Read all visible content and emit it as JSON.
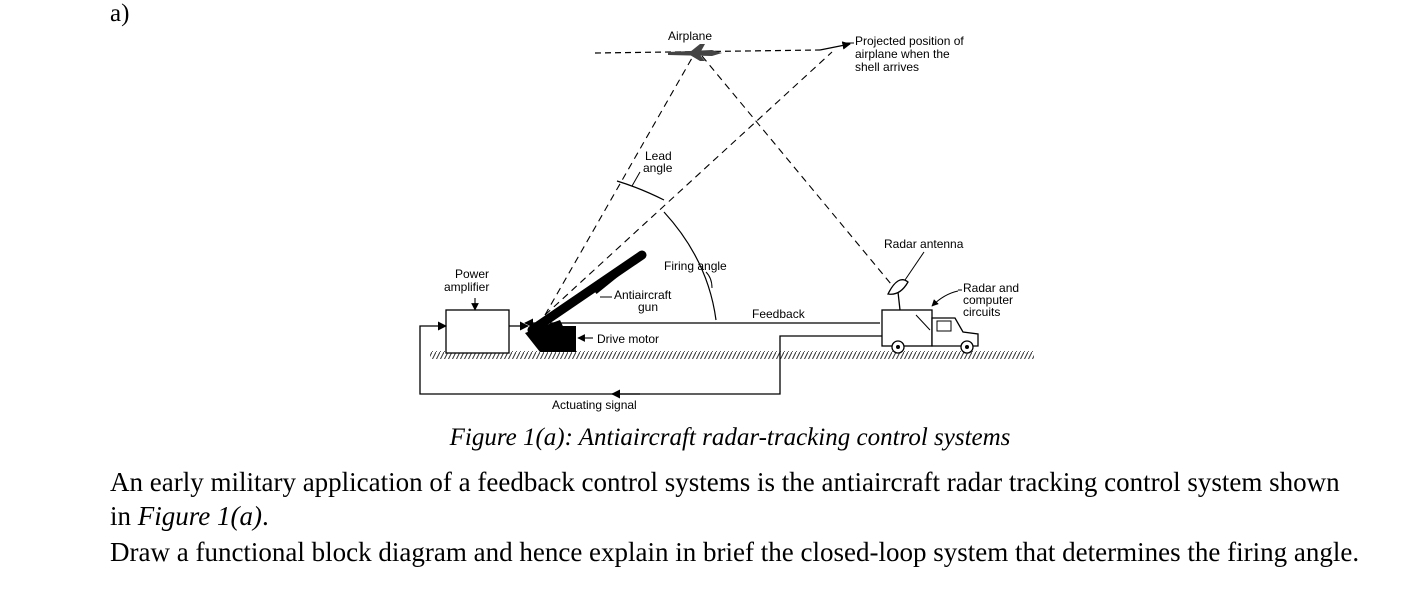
{
  "part_label": "a)",
  "figure": {
    "labels": {
      "airplane": "Airplane",
      "projected_1": "Projected position of",
      "projected_2": "airplane when the",
      "projected_3": "shell arrives",
      "lead_1": "Lead",
      "lead_2": "angle",
      "firing_angle": "Firing angle",
      "radar_antenna": "Radar antenna",
      "power_1": "Power",
      "power_2": "amplifier",
      "gun_1": "Antiaircraft",
      "gun_2": "gun",
      "radar_circ_1": "Radar and",
      "radar_circ_2": "computer",
      "radar_circ_3": "circuits",
      "feedback": "Feedback",
      "drive_motor": "Drive motor",
      "actuating": "Actuating signal"
    }
  },
  "caption": "Figure 1(a):  Antiaircraft radar-tracking control systems",
  "paragraph1": {
    "text": "An early military application of a feedback control systems is the antiaircraft radar tracking control system shown in ",
    "ref": "Figure 1(a)",
    "end": "."
  },
  "paragraph2": "Draw a functional block diagram and hence explain in brief the closed-loop system that determines the firing angle."
}
